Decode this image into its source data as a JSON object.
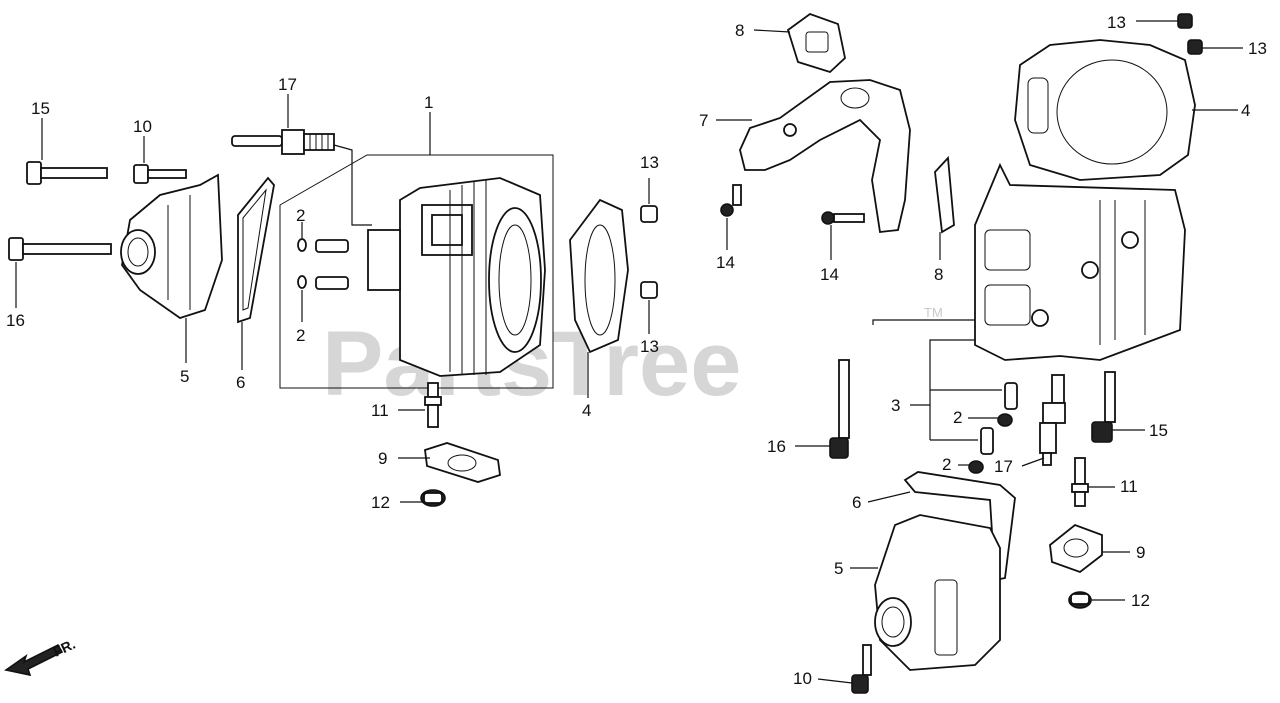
{
  "watermark": {
    "text": "PartsTree",
    "tm": "TM"
  },
  "direction_label": "FR.",
  "callouts": {
    "c1": "1",
    "c2a": "2",
    "c2b": "2",
    "c2c": "2",
    "c2d": "2",
    "c3": "3",
    "c4a": "4",
    "c4b": "4",
    "c5a": "5",
    "c5b": "5",
    "c6a": "6",
    "c6b": "6",
    "c7": "7",
    "c8a": "8",
    "c8b": "8",
    "c9a": "9",
    "c9b": "9",
    "c10a": "10",
    "c10b": "10",
    "c11a": "11",
    "c11b": "11",
    "c12a": "12",
    "c12b": "12",
    "c13a": "13",
    "c13b": "13",
    "c13c": "13",
    "c13d": "13",
    "c14a": "14",
    "c14b": "14",
    "c15a": "15",
    "c15b": "15",
    "c16a": "16",
    "c16b": "16",
    "c17a": "17",
    "c17b": "17"
  }
}
